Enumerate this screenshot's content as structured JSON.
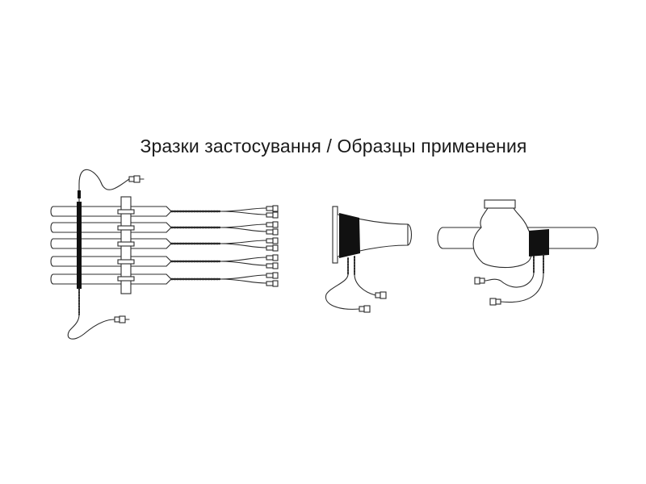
{
  "title": "Зразки застосування / Образцы применения",
  "colors": {
    "ink": "#2b2b2b",
    "fill": "#111111",
    "paper": "#ffffff"
  },
  "figures": [
    "pipe-bundle-heat-tracing",
    "flange-heat-tracing",
    "valve-heat-tracing"
  ]
}
